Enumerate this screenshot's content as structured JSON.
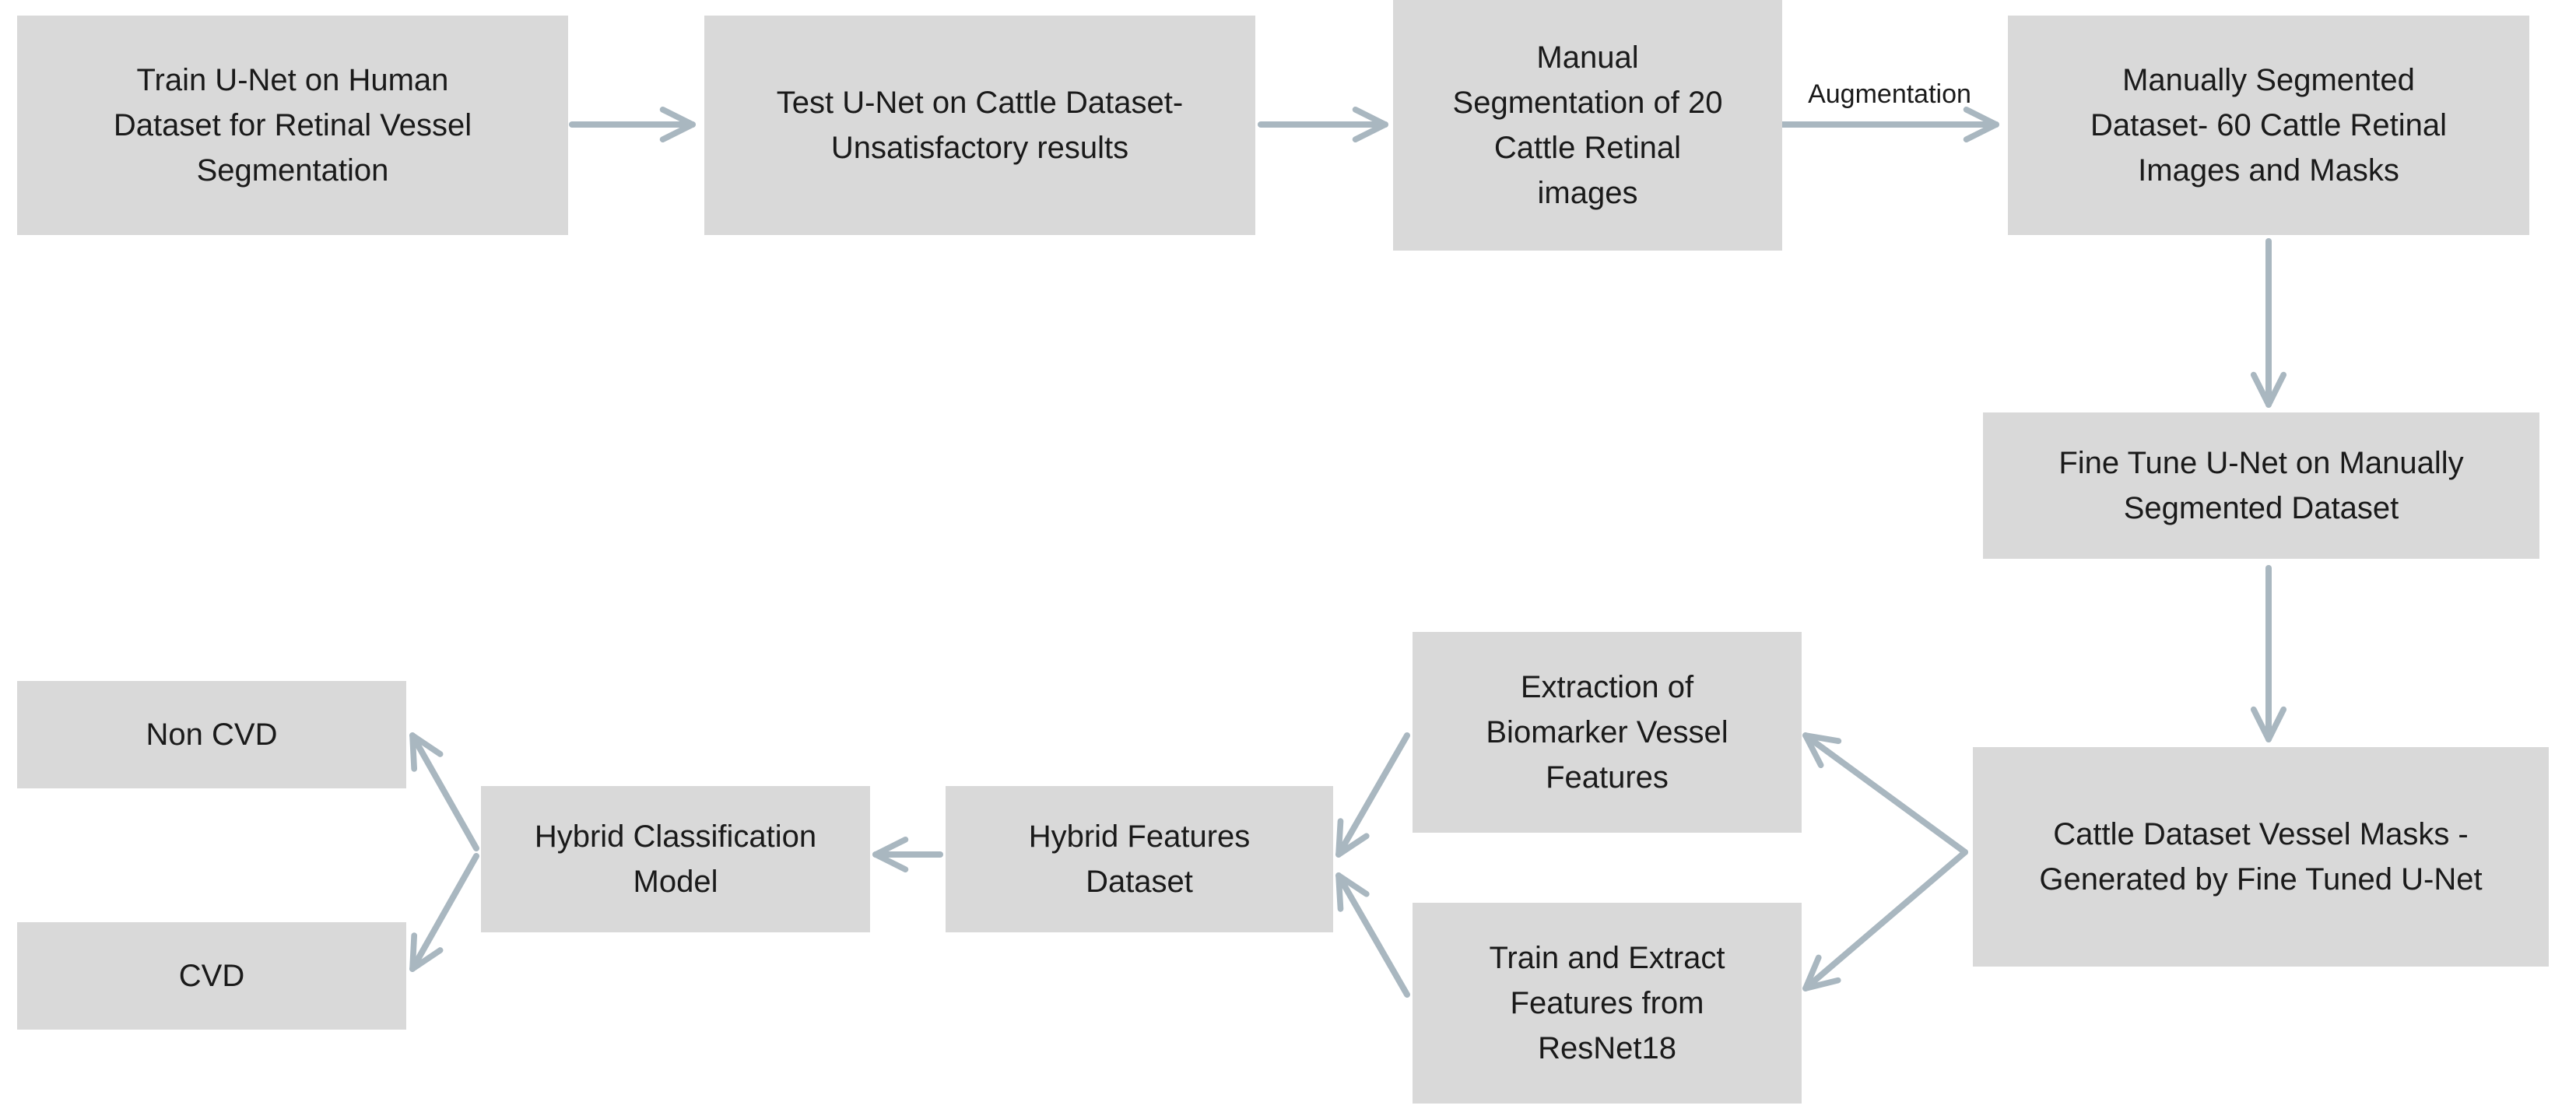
{
  "nodes": {
    "train_unet": "Train U-Net on Human\nDataset for Retinal Vessel\nSegmentation",
    "test_unet": "Test U-Net on Cattle Dataset-\nUnsatisfactory results",
    "manual_seg": "Manual\nSegmentation of 20\nCattle Retinal\nimages",
    "manual_dataset": "Manually Segmented\nDataset- 60 Cattle Retinal\nImages and Masks",
    "fine_tune": "Fine Tune U-Net on Manually\nSegmented Dataset",
    "vessel_masks": "Cattle Dataset Vessel Masks -\nGenerated by Fine Tuned U-Net",
    "extraction": "Extraction of\nBiomarker Vessel\nFeatures",
    "resnet": "Train and Extract\nFeatures from\nResNet18",
    "hybrid_features": "Hybrid Features\nDataset",
    "hybrid_model": "Hybrid Classification\nModel",
    "non_cvd": "Non CVD",
    "cvd": "CVD"
  },
  "edges": {
    "augmentation_label": "Augmentation"
  },
  "colors": {
    "box_fill": "#d9d9d9",
    "arrow": "#a9b7c0",
    "text": "#1a1a1a"
  }
}
